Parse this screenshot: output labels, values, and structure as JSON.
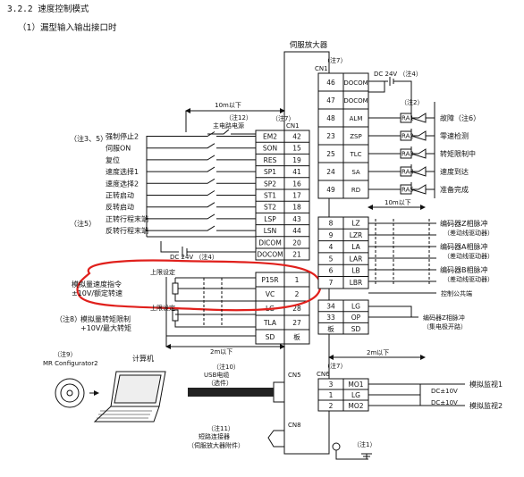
{
  "heading": "3.2.2 速度控制模式",
  "subheading": "（1）漏型输入输出接口时",
  "amp_title": "伺服放大器",
  "cn1_top": {
    "note": "（注7）",
    "name": "CN1"
  },
  "cn1_left": {
    "note": "（注7）",
    "name": "CN1"
  },
  "dc24v_note4_top": "DC 24V （注4）",
  "dc24v_note4_left": "DC 24V （注4）",
  "dist_10m_left": "10m以下",
  "dist_10m_right": "10m以下",
  "dist_2m_a": "2m以下",
  "dist_2m_b": "2m以下",
  "note12": "（注12）",
  "main_power": "主电路电源",
  "note2": "（注2）",
  "note3_5": "（注3、5）",
  "note5": "（注5）",
  "note8": "（注8）",
  "note9": "（注9）",
  "note10": "（注10）",
  "note11": "（注11）",
  "note1": "（注1）",
  "note7_cn6": "（注7）",
  "left_signals": [
    "强制停止2",
    "伺服ON",
    "复位",
    "速度选择1",
    "速度选择2",
    "正转启动",
    "反转启动",
    "正转行程末端",
    "反转行程末端"
  ],
  "left_pins": [
    {
      "name": "EM2",
      "num": "42"
    },
    {
      "name": "SON",
      "num": "15"
    },
    {
      "name": "RES",
      "num": "19"
    },
    {
      "name": "SP1",
      "num": "41"
    },
    {
      "name": "SP2",
      "num": "16"
    },
    {
      "name": "ST1",
      "num": "17"
    },
    {
      "name": "ST2",
      "num": "18"
    },
    {
      "name": "LSP",
      "num": "43"
    },
    {
      "name": "LSN",
      "num": "44"
    },
    {
      "name": "DICOM",
      "num": "20"
    },
    {
      "name": "DOCOM",
      "num": "21"
    }
  ],
  "analog_pins": [
    {
      "name": "P15R",
      "num": "1"
    },
    {
      "name": "VC",
      "num": "2"
    },
    {
      "name": "LG",
      "num": "28"
    },
    {
      "name": "TLA",
      "num": "27"
    },
    {
      "name": "SD",
      "num": "板"
    }
  ],
  "upper_limit_1": "上限设定",
  "upper_limit_2": "上限设定",
  "analog_speed_cmd": "模拟量速度指令",
  "analog_speed_range": "±10V/额定转速",
  "analog_torque_limit": "模拟量转矩限制",
  "analog_torque_range": "+10V/最大转矩",
  "right_pins": [
    {
      "num": "46",
      "name": "DOCOM"
    },
    {
      "num": "47",
      "name": "DOCOM"
    },
    {
      "num": "48",
      "name": "ALM"
    },
    {
      "num": "23",
      "name": "ZSP"
    },
    {
      "num": "25",
      "name": "TLC"
    },
    {
      "num": "24",
      "name": "SA"
    },
    {
      "num": "49",
      "name": "RD"
    }
  ],
  "right_outputs": [
    "故障（注6）",
    "零速检测",
    "转矩限制中",
    "速度到达",
    "准备完成"
  ],
  "ra_labels": [
    "RA1",
    "RA2",
    "RA3",
    "RA4",
    "RA5"
  ],
  "encoder_pins": [
    {
      "num": "8",
      "name": "LZ"
    },
    {
      "num": "9",
      "name": "LZR"
    },
    {
      "num": "4",
      "name": "LA"
    },
    {
      "num": "5",
      "name": "LAR"
    },
    {
      "num": "6",
      "name": "LB"
    },
    {
      "num": "7",
      "name": "LBR"
    },
    {
      "num": "34",
      "name": "LG"
    },
    {
      "num": "33",
      "name": "OP"
    },
    {
      "num": "板",
      "name": "SD"
    }
  ],
  "encoder_outputs": [
    {
      "l1": "编码器Z相脉冲",
      "l2": "（差动线驱动器）"
    },
    {
      "l1": "编码器A相脉冲",
      "l2": "（差动线驱动器）"
    },
    {
      "l1": "编码器B相脉冲",
      "l2": "（差动线驱动器）"
    }
  ],
  "control_common": "控制公共端",
  "encoder_z_oc": "编码器Z相脉冲",
  "encoder_z_oc2": "（集电极开路）",
  "cn6": {
    "name": "CN6",
    "pins": [
      {
        "num": "3",
        "name": "MO1"
      },
      {
        "num": "1",
        "name": "LG"
      },
      {
        "num": "2",
        "name": "MO2"
      }
    ]
  },
  "monitor1": "模拟监视1",
  "monitor2": "模拟监视2",
  "dc10v_1": "DC±10V",
  "dc10v_2": "DC±10V",
  "mr_configurator": "MR Configurator2",
  "computer": "计算机",
  "usb_cable": "USB电缆",
  "usb_optional": "（选件）",
  "cn5": "CN5",
  "cn8": "CN8",
  "short_connector": "短路连接器",
  "short_connector_sub": "（伺服放大器附件）",
  "highlight_color": "#e0201c"
}
